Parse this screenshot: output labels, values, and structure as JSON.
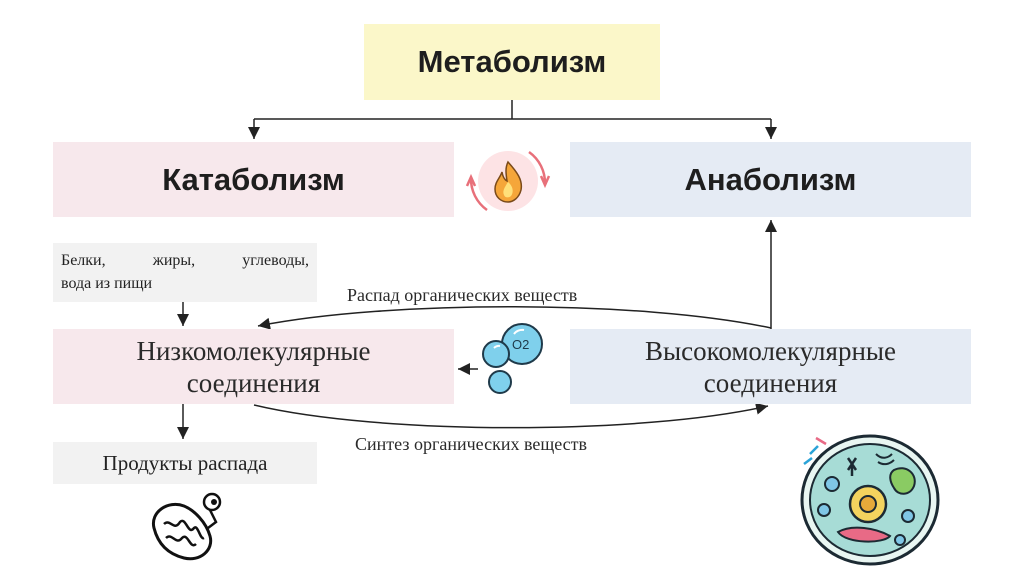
{
  "metabolism": "Метаболизм",
  "catabolism": "Катаболизм",
  "anabolism": "Анаболизм",
  "food_line1": "Белки, жиры, углеводы,",
  "food_line2": "вода из пищи",
  "low_mol_line1": "Низкомолекулярные",
  "low_mol_line2": "соединения",
  "high_mol_line1": "Высокомолекулярные",
  "high_mol_line2": "соединения",
  "decay_label": "Распад органических веществ",
  "synthesis_label": "Синтез органических веществ",
  "products": "Продукты распада",
  "o2_label": "O2",
  "icons": [
    "cycle-fire-icon",
    "oxygen-bubbles-icon",
    "mitochondria-icon",
    "cell-icon"
  ]
}
